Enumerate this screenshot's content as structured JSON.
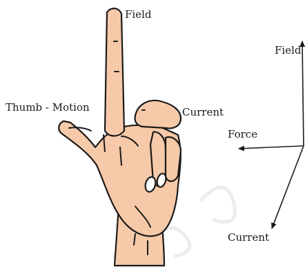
{
  "hand": {
    "labels": {
      "field": "Field",
      "current": "Current",
      "thumb_motion": "Thumb - Motion"
    },
    "skin_color": "#f6c9a8",
    "outline_color": "#1a1a1a"
  },
  "axes": {
    "labels": {
      "field": "Field",
      "force": "Force",
      "current": "Current"
    },
    "line_color": "#1a1a1a"
  },
  "watermark": {
    "color": "#e6e6e6"
  }
}
